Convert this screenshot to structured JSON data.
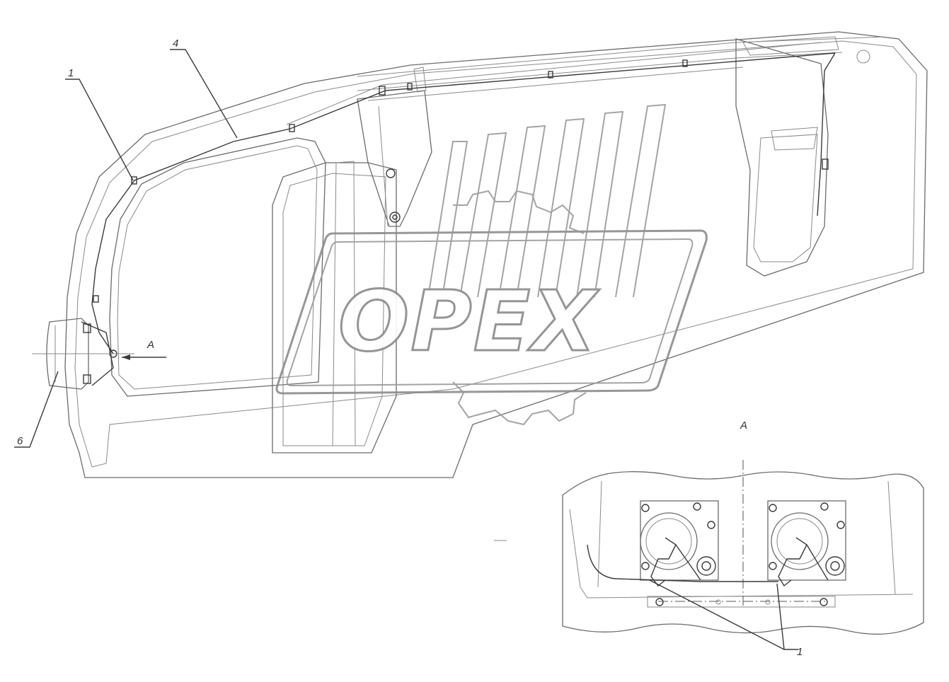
{
  "callouts": {
    "one": "1",
    "four": "4",
    "six": "6",
    "view_arrow": "A",
    "detail_view_title": "A",
    "detail_one": "1"
  },
  "watermark": {
    "text": "OPEX",
    "color": "#8a8a8a"
  },
  "colors": {
    "line": "#6b6b6b",
    "background": "#ffffff"
  }
}
